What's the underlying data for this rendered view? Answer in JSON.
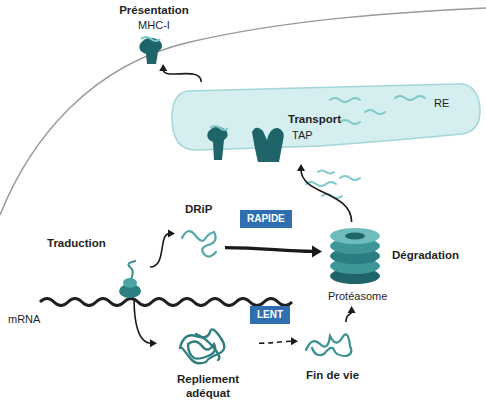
{
  "diagram": {
    "nodes": [
      {
        "text": [
          "Présentation",
          "MHC-I"
        ]
      },
      {
        "text": [
          "RE"
        ]
      },
      {
        "text": [
          "Transport",
          "TAP"
        ],
        "in": 1
      },
      {
        "text": [
          "Traduction"
        ]
      },
      {
        "text": [
          "DRiP"
        ]
      },
      {
        "text": [
          "RAPIDE"
        ]
      },
      {
        "text": [
          "Dégradation",
          "Protéasome"
        ]
      },
      {
        "text": [
          "LENT"
        ]
      },
      {
        "text": [
          "Repliement adéquat"
        ]
      },
      {
        "text": [
          "Fin de vie"
        ]
      }
    ],
    "edges": [
      {
        "from": 1,
        "to": 0,
        "arrow": "to"
      },
      {
        "from": 6,
        "to": 2,
        "arrow": "to"
      },
      {
        "from": 3,
        "to": 4,
        "arrow": "to"
      },
      {
        "from": 4,
        "to": 6,
        "arrow": "to"
      },
      {
        "from": 3,
        "to": 8,
        "arrow": "to"
      },
      {
        "from": 8,
        "to": 9,
        "arrow": "to"
      },
      {
        "from": 9,
        "to": 6,
        "arrow": "to"
      }
    ],
    "labels": [
      "mRNA"
    ]
  }
}
